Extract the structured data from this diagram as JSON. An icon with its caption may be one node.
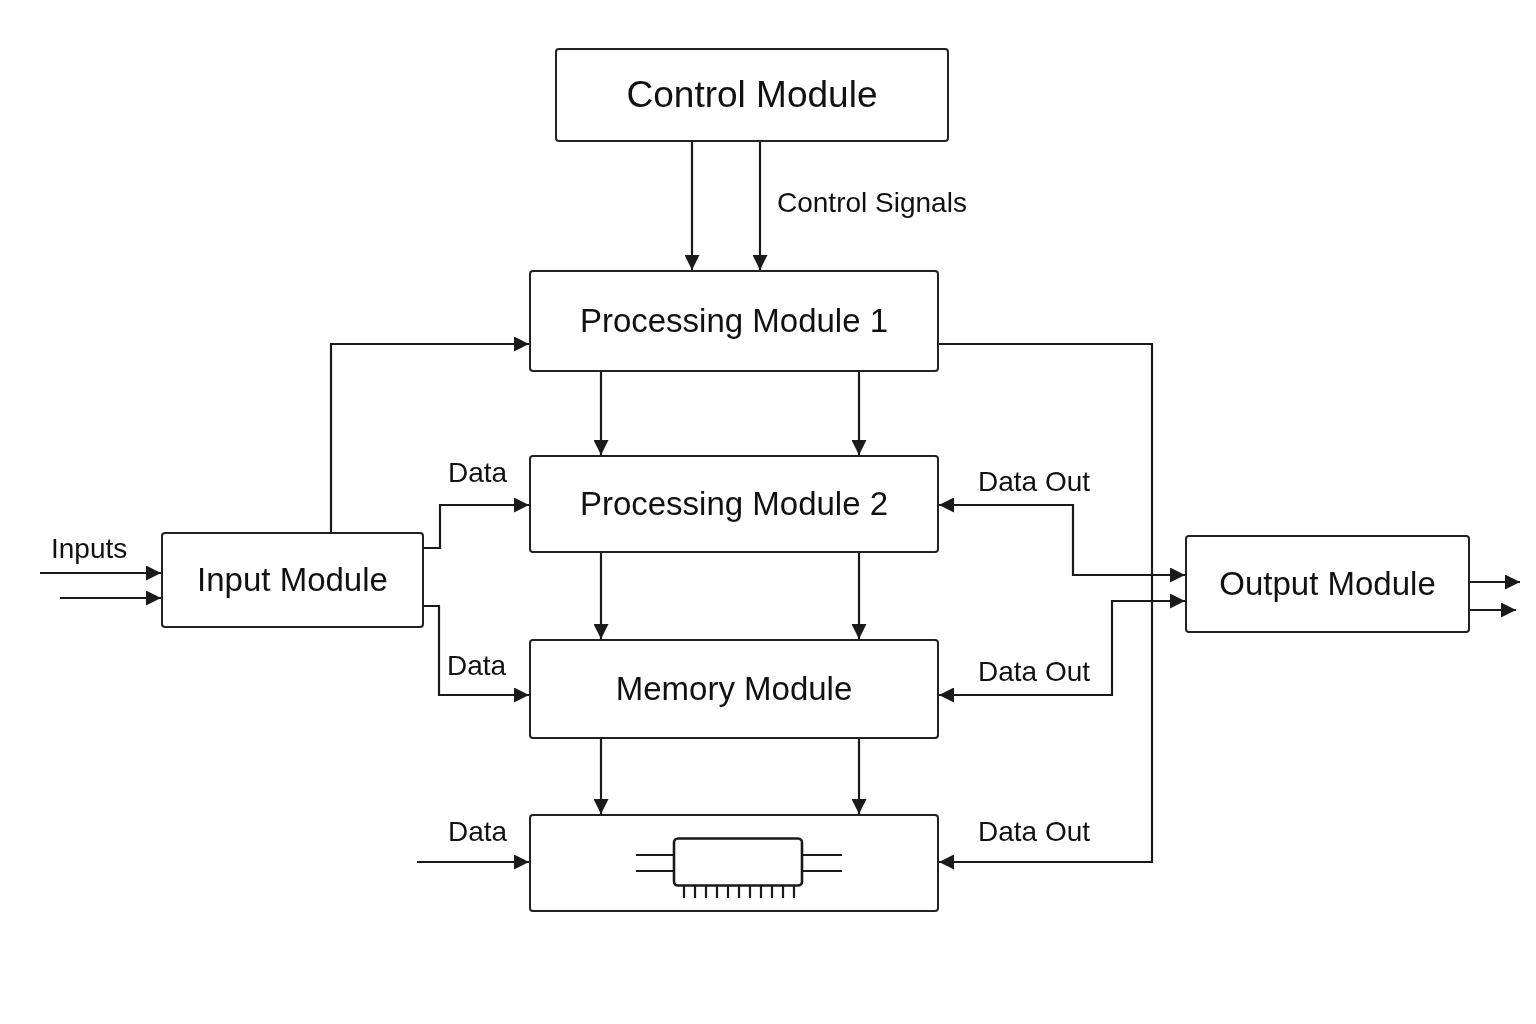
{
  "diagram": {
    "nodes": [
      {
        "text": [
          "Control Module"
        ]
      },
      {
        "text": [
          "Processing Module 1"
        ]
      },
      {
        "text": [
          "Processing Module 2"
        ]
      },
      {
        "text": [
          "Input Module"
        ]
      },
      {
        "text": [
          "Output Module"
        ]
      },
      {
        "text": [
          "Memory Module"
        ]
      },
      {
        "text": [],
        "shape": "box"
      }
    ],
    "edges": [
      {
        "from": 0,
        "to": 1,
        "arrow": "to"
      },
      {
        "from": 0,
        "to": 1,
        "arrow": "to",
        "label": "Control Signals"
      },
      {
        "from": null,
        "to": 3,
        "arrow": "to",
        "label": "Inputs"
      },
      {
        "from": null,
        "to": 3,
        "arrow": "to"
      },
      {
        "from": 3,
        "to": 1,
        "arrow": "to"
      },
      {
        "from": 3,
        "to": 2,
        "arrow": "to",
        "label": "Data"
      },
      {
        "from": 3,
        "to": 5,
        "arrow": "to",
        "label": "Data"
      },
      {
        "from": 1,
        "to": 2,
        "arrow": "to"
      },
      {
        "from": 1,
        "to": 2,
        "arrow": "to"
      },
      {
        "from": 2,
        "to": 5,
        "arrow": "to"
      },
      {
        "from": 2,
        "to": 5,
        "arrow": "to"
      },
      {
        "from": 5,
        "to": 6,
        "arrow": "to"
      },
      {
        "from": 5,
        "to": 6,
        "arrow": "to"
      },
      {
        "from": null,
        "to": 6,
        "arrow": "to",
        "label": "Data"
      },
      {
        "from": 4,
        "to": 2,
        "arrow": "both",
        "label": "Data Out"
      },
      {
        "from": 4,
        "to": 5,
        "arrow": "both",
        "label": "Data Out"
      },
      {
        "from": 1,
        "to": 6,
        "arrow": "to",
        "label": "Data Out"
      },
      {
        "from": 4,
        "to": null,
        "arrow": "to"
      },
      {
        "from": 4,
        "to": null,
        "arrow": "to"
      }
    ]
  }
}
